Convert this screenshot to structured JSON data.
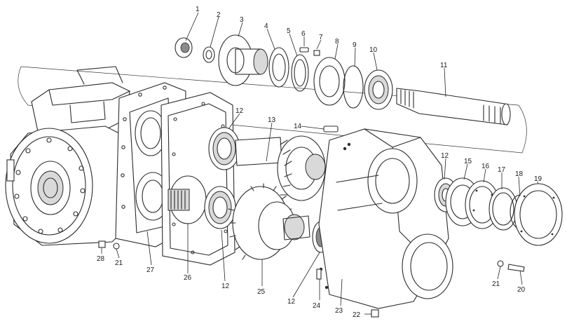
{
  "diagram": {
    "callouts": [
      {
        "id": "c1",
        "label": "1"
      },
      {
        "id": "c2",
        "label": "2"
      },
      {
        "id": "c3",
        "label": "3"
      },
      {
        "id": "c4",
        "label": "4"
      },
      {
        "id": "c5",
        "label": "5"
      },
      {
        "id": "c6",
        "label": "6"
      },
      {
        "id": "c7",
        "label": "7"
      },
      {
        "id": "c8",
        "label": "8"
      },
      {
        "id": "c9",
        "label": "9"
      },
      {
        "id": "c10",
        "label": "10"
      },
      {
        "id": "c11",
        "label": "11"
      },
      {
        "id": "c12a",
        "label": "12"
      },
      {
        "id": "c12b",
        "label": "12"
      },
      {
        "id": "c12c",
        "label": "12"
      },
      {
        "id": "c12d",
        "label": "12"
      },
      {
        "id": "c13",
        "label": "13"
      },
      {
        "id": "c14",
        "label": "14"
      },
      {
        "id": "c15",
        "label": "15"
      },
      {
        "id": "c16",
        "label": "16"
      },
      {
        "id": "c17",
        "label": "17"
      },
      {
        "id": "c18",
        "label": "18"
      },
      {
        "id": "c19",
        "label": "19"
      },
      {
        "id": "c20",
        "label": "20"
      },
      {
        "id": "c21a",
        "label": "21"
      },
      {
        "id": "c21b",
        "label": "21"
      },
      {
        "id": "c22",
        "label": "22"
      },
      {
        "id": "c23",
        "label": "23"
      },
      {
        "id": "c24",
        "label": "24"
      },
      {
        "id": "c25",
        "label": "25"
      },
      {
        "id": "c26",
        "label": "26"
      },
      {
        "id": "c27",
        "label": "27"
      },
      {
        "id": "c28",
        "label": "28"
      }
    ]
  }
}
